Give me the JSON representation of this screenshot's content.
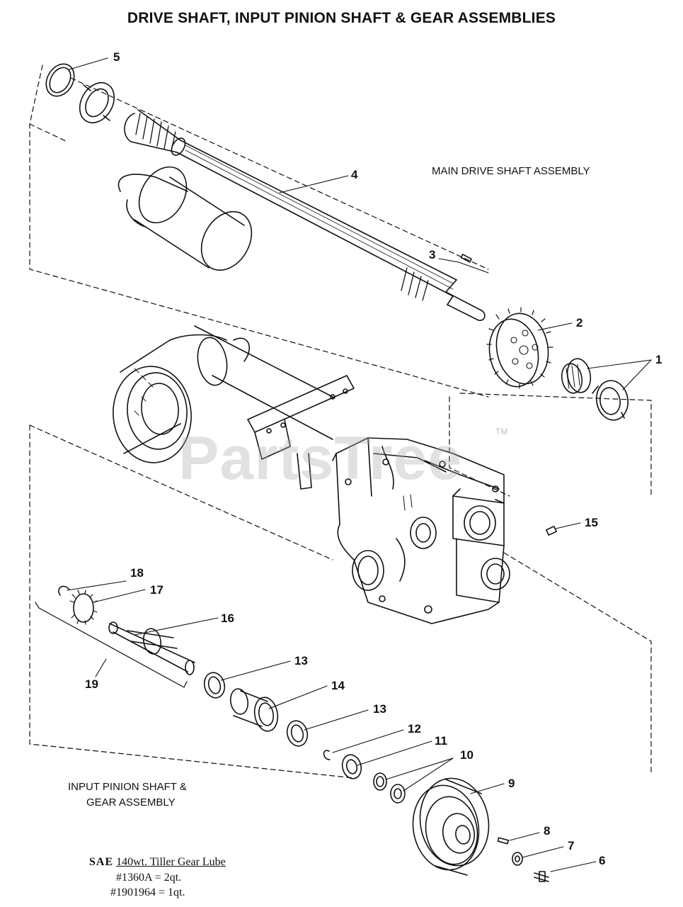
{
  "title": "DRIVE SHAFT, INPUT PINION SHAFT & GEAR ASSEMBLIES",
  "captions": {
    "main_assembly": "MAIN DRIVE SHAFT ASSEMBLY",
    "input_assembly_line1": "INPUT PINION SHAFT &",
    "input_assembly_line2": "GEAR ASSEMBLY"
  },
  "lube": {
    "sae": "SAE",
    "product": "140wt. Tiller Gear Lube",
    "line2": "#1360A = 2qt.",
    "line3": "#1901964 = 1qt."
  },
  "watermark": {
    "text": "PartsTree",
    "trademark": "TM"
  },
  "callouts": {
    "c1": "1",
    "c2": "2",
    "c3": "3",
    "c4": "4",
    "c5": "5",
    "c6": "6",
    "c7": "7",
    "c8": "8",
    "c9": "9",
    "c10": "10",
    "c11": "11",
    "c12": "12",
    "c13a": "13",
    "c13b": "13",
    "c14": "14",
    "c15": "15",
    "c16": "16",
    "c17": "17",
    "c18": "18",
    "c19": "19"
  }
}
